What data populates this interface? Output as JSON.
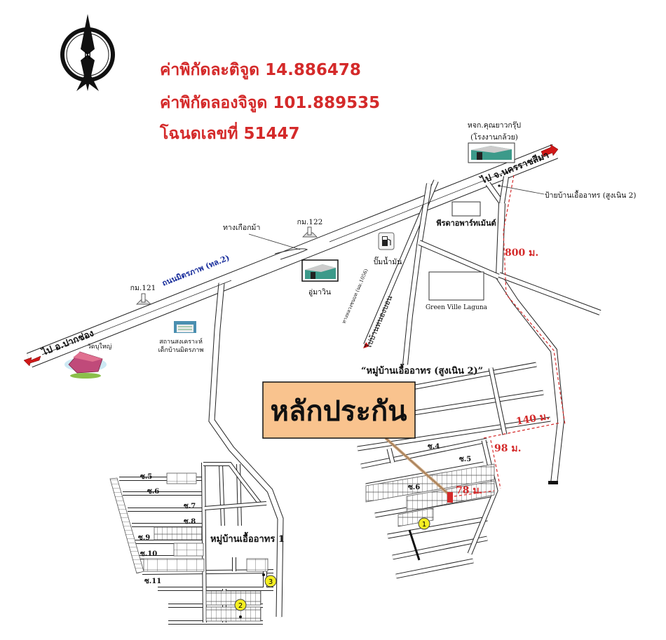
{
  "header": {
    "latitude": "ค่าพิกัดละติจูด 14.886478",
    "longitude": "ค่าพิกัดลองจิจูด 101.889535",
    "deed": "โฉนดเลขที่ 51447"
  },
  "compass": {
    "letter": "N"
  },
  "landmarks": {
    "factory_name": "หจก.คุณยาวกรุ๊ป",
    "factory_sub": "(โรงงานกล้วย)",
    "sign": "ป้ายบ้านเอื้ออาทร (สูงเนิน 2)",
    "apartment": "พีรดาอพาร์ทเม้นต์",
    "greenville": "Green Ville Laguna",
    "gas": "ปั๊มน้ำมัน",
    "garage": "อู่มาวิน",
    "uturn": "ทางเกือกม้า",
    "km122": "กม.122",
    "km121": "กม.121",
    "orphanage_1": "สถานสงเคราะห์",
    "orphanage_2": "เด็กบ้านมิตรภาพ",
    "temple": "วัดบุใหญ่"
  },
  "roads": {
    "to_korat": "ไป จ.นครราชสีมา",
    "to_pakchong": "ไป อ.ปากช่อง",
    "highway": "ถนนมิตรภาพ (ทล.2)",
    "rural_road": "ทางหลวงชนบท (นม.1056)",
    "to_nongbon": "ไปบ้านหนองบอน"
  },
  "distances": {
    "d800": "800 ม.",
    "d140": "140 ม.",
    "d98": "98 ม.",
    "d78": "78 ม."
  },
  "village2": {
    "title": "“หมู่บ้านเอื้ออาทร (สูงเนิน 2)”",
    "soi4": "ซ.4",
    "soi5": "ซ.5",
    "soi6": "ซ.6"
  },
  "village1": {
    "title": "หมู่บ้านเอื้ออาทร 1",
    "soi": [
      "ซ.5",
      "ซ.6",
      "ซ.7",
      "ซ.8",
      "ซ.9",
      "ซ.10",
      "ซ.11"
    ]
  },
  "collateral": {
    "label": "หลักประกัน",
    "fill": "#f9c38e"
  },
  "markers": [
    "1",
    "2",
    "3"
  ],
  "colors": {
    "header_red": "#d42a2a",
    "distance_red": "#d42a2a",
    "highway_label_blue": "#1a2f9c",
    "marker_yellow": "#f4ee22"
  }
}
